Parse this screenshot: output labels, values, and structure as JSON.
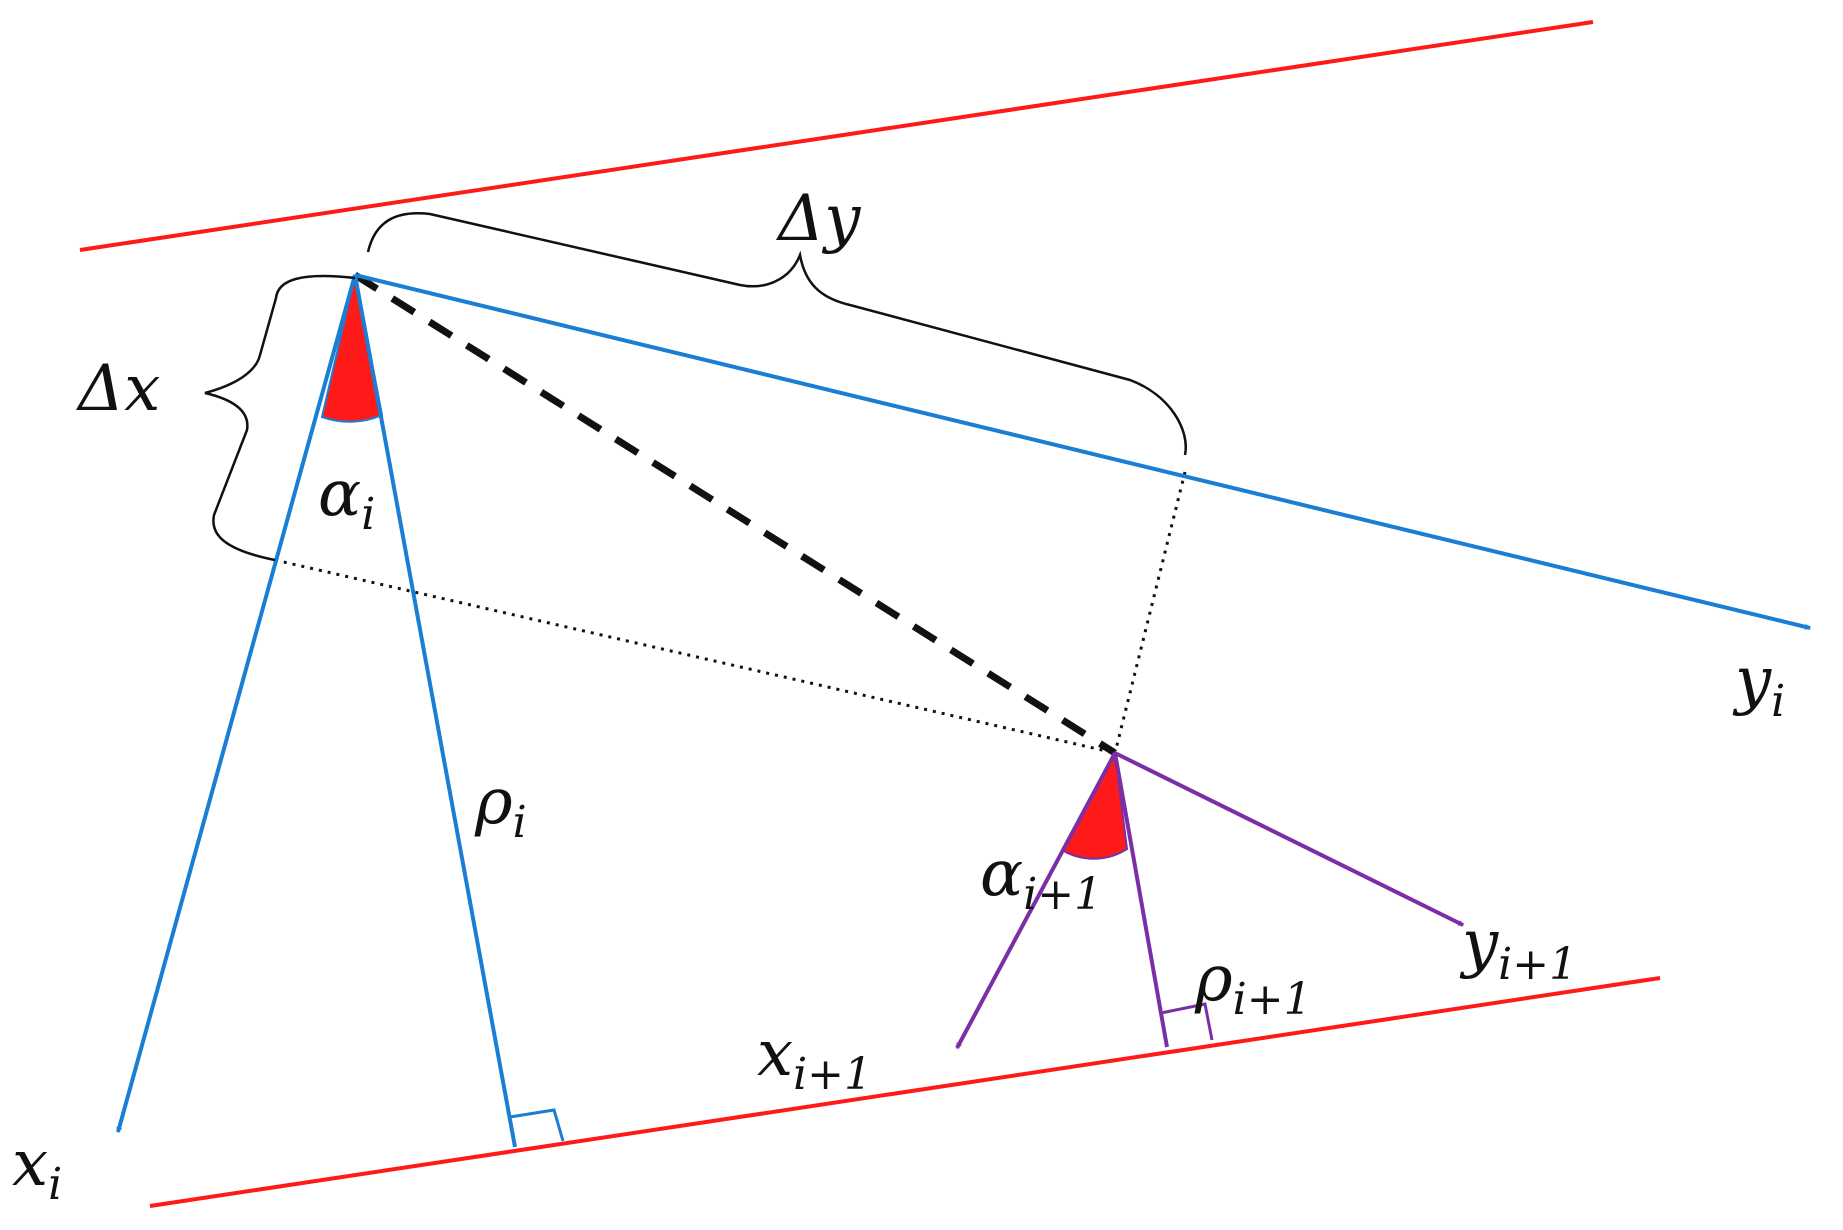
{
  "colors": {
    "boundary": "#ff1a1a",
    "frame_i": "#1a7fd4",
    "frame_i1": "#7b2fa6",
    "angle_fill": "#ff1a1a",
    "text": "#111111"
  },
  "labels": {
    "delta_x": "Δx",
    "delta_y": "Δy",
    "alpha_i": {
      "base": "α",
      "sub": "i"
    },
    "rho_i": {
      "base": "ρ",
      "sub": "i"
    },
    "x_i": {
      "base": "x",
      "sub": "i"
    },
    "y_i": {
      "base": "y",
      "sub": "i"
    },
    "alpha_i1": {
      "base": "α",
      "sub": "i+1"
    },
    "rho_i1": {
      "base": "ρ",
      "sub": "i+1"
    },
    "x_i1": {
      "base": "x",
      "sub": "i+1"
    },
    "y_i1": {
      "base": "y",
      "sub": "i+1"
    }
  }
}
